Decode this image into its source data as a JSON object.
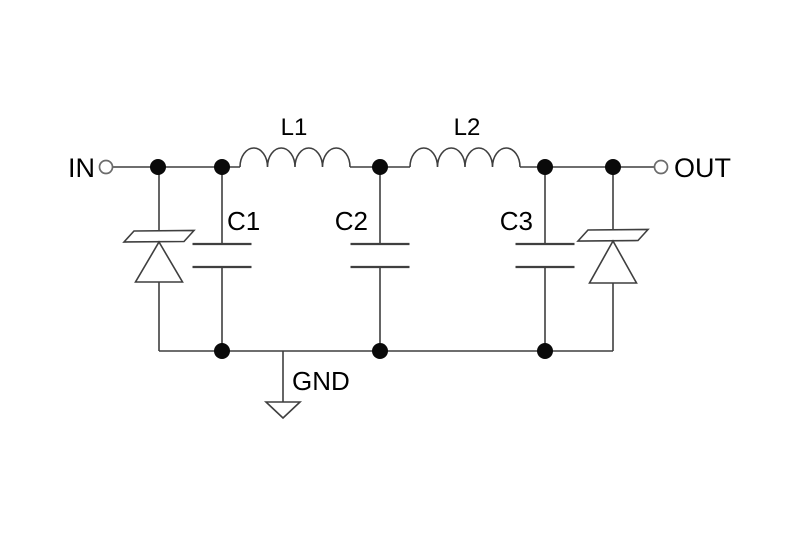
{
  "diagram": {
    "labels": {
      "in": "IN",
      "out": "OUT",
      "gnd": "GND"
    },
    "components": {
      "l1": "L1",
      "l2": "L2",
      "c1": "C1",
      "c2": "C2",
      "c3": "C3"
    },
    "colors": {
      "wire": "#3f3f3f",
      "junction": "#0a0a0a",
      "text": "#000000",
      "background": "#ffffff"
    }
  }
}
